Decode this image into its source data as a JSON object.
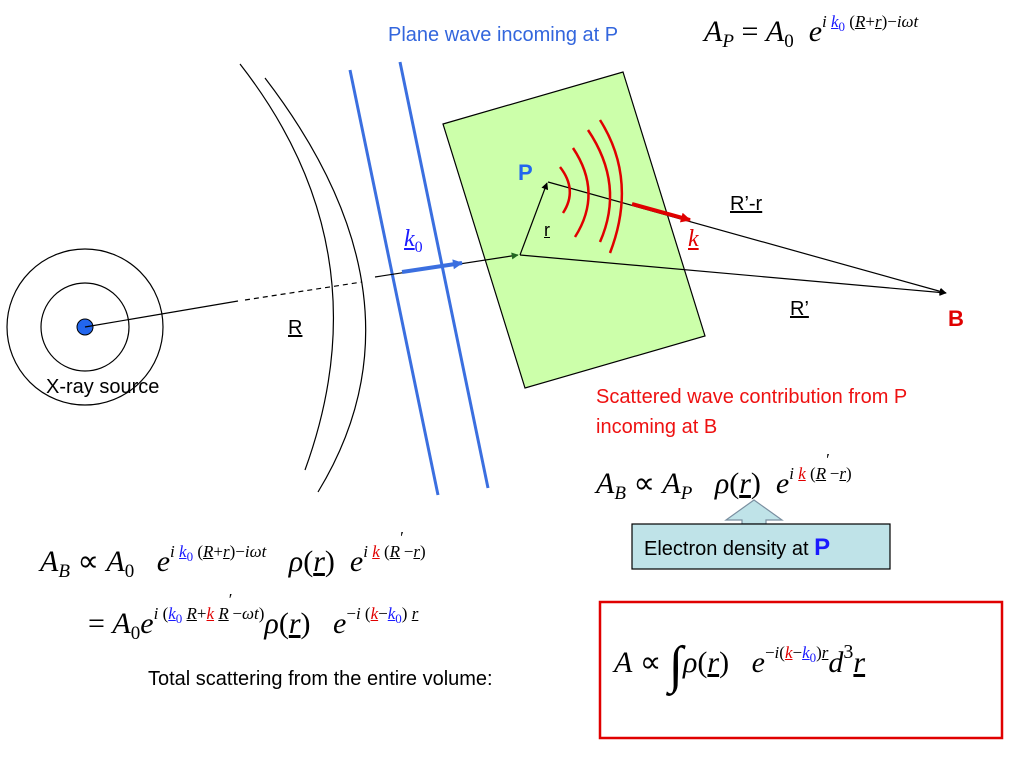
{
  "labels": {
    "plane_wave": "Plane wave incoming at P",
    "point_p": "P",
    "r_vec": "r",
    "r_prime_minus_r": "R’-r",
    "r_prime": "R’",
    "point_b": "B",
    "r_big": "R",
    "xray_source": "X-ray source",
    "scattered_line1": "Scattered wave contribution from P",
    "scattered_line2": "incoming at B",
    "electron_density": "Electron density at ",
    "electron_density_p": "P",
    "total_scattering": "Total scattering from the entire volume:"
  },
  "colors": {
    "plane_wave_text": "#3366dd",
    "wavefront_line": "#3b6fe0",
    "crystal_fill": "#ccffaa",
    "scatter_arc": "#e00000",
    "point_p": "#2266ee",
    "point_b": "#e00000",
    "scattered_text": "#ee1111",
    "density_box_fill": "#bfe3e8",
    "result_box_border": "#e00000",
    "source_dot": "#2266ee",
    "vector_k0": "#1a1aff",
    "vector_k": "#e00000"
  }
}
